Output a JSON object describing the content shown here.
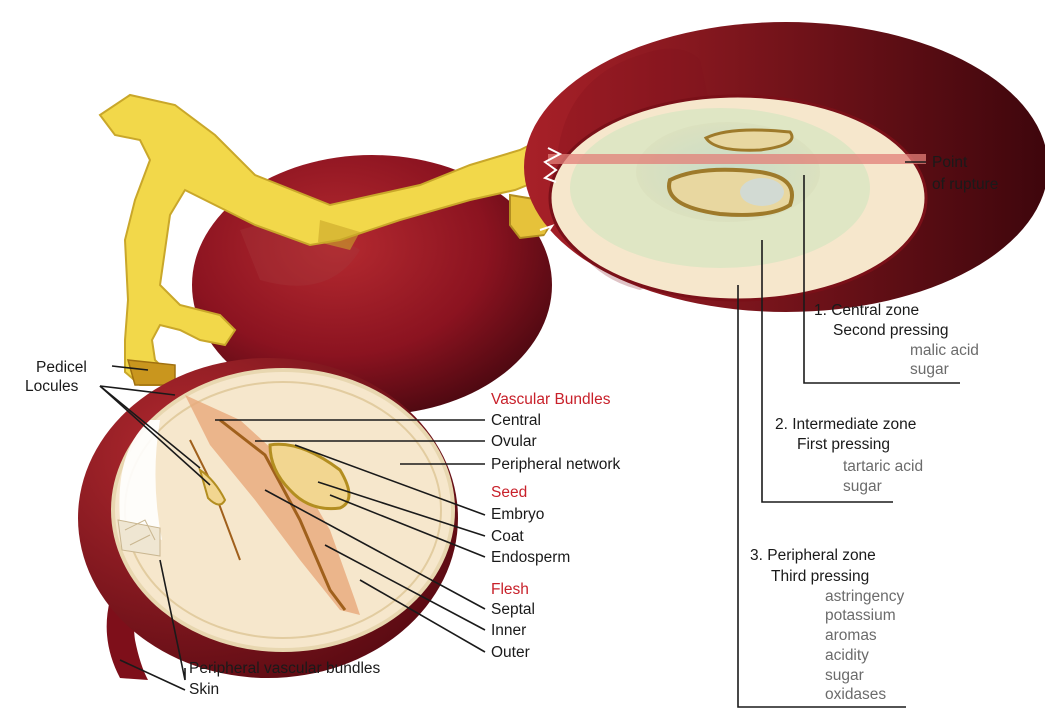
{
  "left_labels": {
    "pedicel": "Pedicel",
    "locules": "Locules"
  },
  "vascular_bundles": {
    "heading": "Vascular Bundles",
    "central": "Central",
    "ovular": "Ovular",
    "peripheral_network": "Peripheral network"
  },
  "seed": {
    "heading": "Seed",
    "embryo": "Embryo",
    "coat": "Coat",
    "endosperm": "Endosperm"
  },
  "flesh": {
    "heading": "Flesh",
    "septal": "Septal",
    "inner": "Inner",
    "outer": "Outer"
  },
  "bottom_labels": {
    "peripheral_vascular_bundles": "Peripheral vascular bundles",
    "skin": "Skin"
  },
  "rupture": {
    "line1": "Point",
    "line2": "of rupture"
  },
  "zones": [
    {
      "title": "1. Central zone",
      "pressing": "Second pressing",
      "components": [
        "malic acid",
        "sugar"
      ]
    },
    {
      "title": "2. Intermediate zone",
      "pressing": "First pressing",
      "components": [
        "tartaric acid",
        "sugar"
      ]
    },
    {
      "title": "3. Peripheral zone",
      "pressing": "Third pressing",
      "components": [
        "astringency",
        "potassium",
        "aromas",
        "acidity",
        "sugar",
        "oxidases"
      ]
    }
  ],
  "colors": {
    "skin_dark": "#5a0a12",
    "skin_mid": "#8b1320",
    "skin_light": "#b52a30",
    "stem": "#f2d84a",
    "stem_shadow": "#c9a72a",
    "flesh_outer": "#f6e7cc",
    "flesh_mid": "#e8ddb8",
    "central_zone": "#d9e4c4",
    "rupture_band": "#e27f78",
    "heading_red": "#c8202a",
    "component_gray": "#6b6b6b"
  }
}
